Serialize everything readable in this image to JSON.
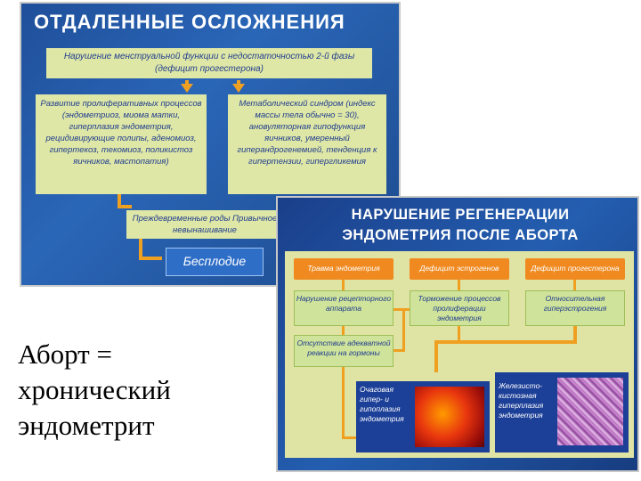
{
  "slide1": {
    "title": "ОТДАЛЕННЫЕ ОСЛОЖНЕНИЯ",
    "top_box": "Нарушение менструальной функции с недостаточностью 2-й фазы (дефицит прогестерона)",
    "left_box": "Развитие пролиферативных процессов (эндометриоз, миома матки, гиперплазия эндометрия, рецидивирующие полипы, аденомиоз, гипертекоз, текомиоз, поликистоз яичников, мастопатия)",
    "right_box": "Метаболический синдром (индекс массы тела обычно = 30), ановуляторная гипофункция яичников, умеренный гиперандрогенемией, тенденция к гипертензии, гипергликемия",
    "middle_box": "Преждевременные роды Привычное невынашивание",
    "bottom_box": "Бесплодие"
  },
  "slide2": {
    "title_line1": "НАРУШЕНИЕ РЕГЕНЕРАЦИИ",
    "title_line2": "ЭНДОМЕТРИЯ ПОСЛЕ АБОРТА",
    "headers": [
      "Травма эндометрия",
      "Дефицит эстрогенов",
      "Дефицит прогестерона"
    ],
    "col1_box1": "Нарушение рецепторного аппарата",
    "col1_box2": "Отсутствие адекватной реакции на гормоны",
    "col2_box": "Торможение процессов пролиферации эндометрия",
    "col3_box": "Относительная гиперэстрогения",
    "bottom_left": "Очаговая гипер- и гипоплазия эндометрия",
    "bottom_right": "Железисто-кистозная гиперплазия эндометрия"
  },
  "caption": {
    "line1": "Аборт =",
    "line2": "хронический",
    "line3": "эндометрит"
  },
  "colors": {
    "slide_blue": "#245eb0",
    "green_box": "#dfe7a6",
    "orange": "#f08a20",
    "dark_blue_box": "#1c3f97"
  }
}
